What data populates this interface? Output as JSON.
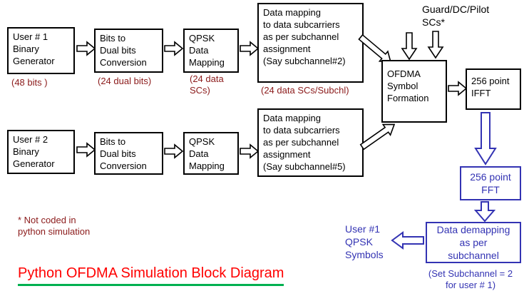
{
  "colors": {
    "maroon": "#8b1a1a",
    "blue": "#3333b3",
    "red": "#ff0000",
    "green": "#00b050"
  },
  "title": "Python OFDMA Simulation Block Diagram",
  "footnote": "* Not coded in\npython simulation",
  "guard_label": "Guard/DC/Pilot\nSCs*",
  "chain1": {
    "generator": "User # 1\nBinary\nGenerator",
    "generator_note": "(48 bits )",
    "converter": "Bits to\nDual bits\nConversion",
    "converter_note": "(24 dual bits)",
    "qpsk": "QPSK\nData\nMapping",
    "qpsk_note": "(24 data\nSCs)",
    "subcarrier_map": "Data mapping\nto data subcarriers\nas per subchannel\nassignment\n(Say subchannel#2)",
    "subcarrier_note": "(24 data SCs/Subchl)"
  },
  "chain2": {
    "generator": "User # 2\nBinary\nGenerator",
    "converter": "Bits to\nDual bits\nConversion",
    "qpsk": "QPSK\nData\nMapping",
    "subcarrier_map": "Data mapping\nto data subcarriers\nas per subchannel\nassignment\n(Say subchannel#5)"
  },
  "ofdma": "OFDMA\nSymbol\nFormation",
  "ifft": "256 point\nIFFT",
  "receiver": {
    "fft": "256 point\nFFT",
    "demap": "Data demapping\nas per\nsubchannel",
    "output": "User #1\nQPSK\nSymbols",
    "note": "(Set Subchannel = 2\nfor user # 1)"
  }
}
